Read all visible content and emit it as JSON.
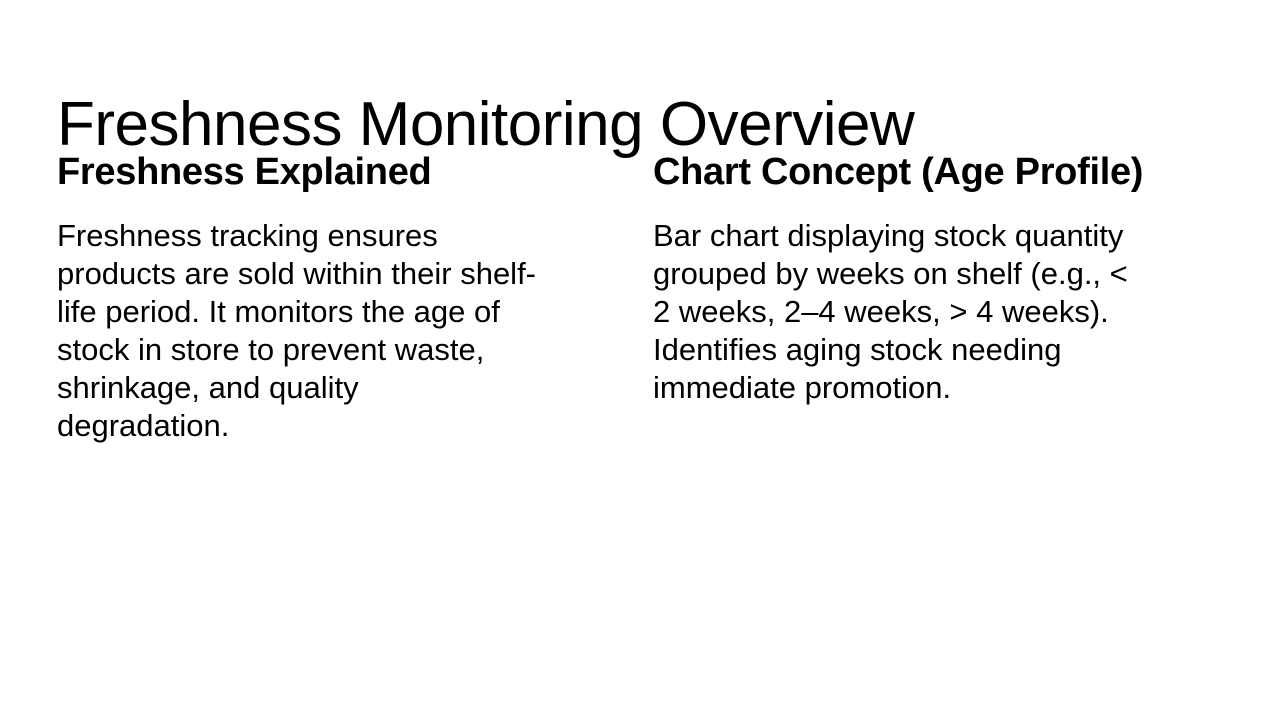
{
  "slide": {
    "title": "Freshness Monitoring Overview",
    "background_color": "#ffffff",
    "text_color": "#000000",
    "columns": [
      {
        "heading": "Freshness Explained",
        "body": "Freshness tracking ensures products are sold within their shelf-life period. It monitors the age of stock in store to prevent waste, shrinkage, and quality degradation."
      },
      {
        "heading": "Chart Concept (Age Profile)",
        "body": "Bar chart displaying stock quantity grouped by weeks on shelf (e.g., < 2 weeks, 2–4 weeks, > 4 weeks). Identifies aging stock needing immediate promotion."
      }
    ]
  }
}
